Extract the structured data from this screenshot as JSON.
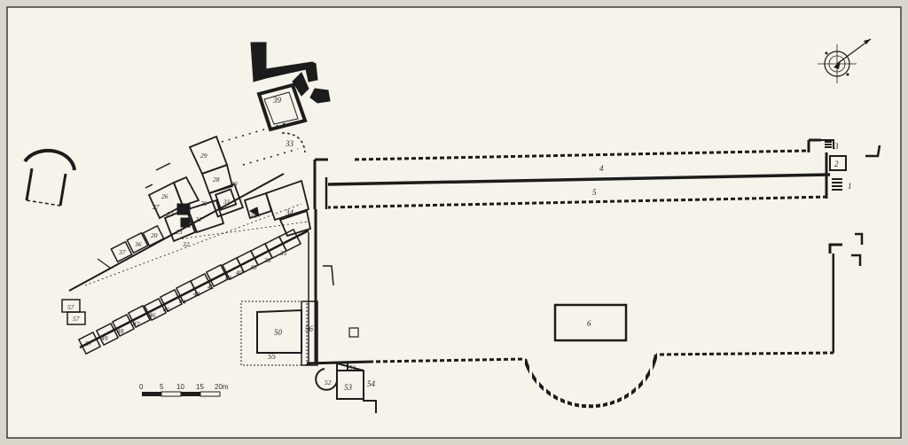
{
  "plan": {
    "labels": {
      "r1": "1",
      "r2": "2",
      "r3": "3",
      "r4": "4",
      "r5": "5",
      "r6": "6",
      "r20": "20",
      "r21": "21",
      "r22": "22",
      "r23": "23",
      "r24": "24",
      "r25": "25",
      "r26": "26",
      "r27": "27",
      "r28": "28",
      "r29": "29",
      "r30": "30",
      "r31": "31",
      "r32": "32",
      "r33": "33",
      "r34": "34",
      "r35": "35",
      "r36": "36",
      "r37": "37",
      "r38": "38",
      "r39": "39",
      "r40": "40",
      "r41": "41",
      "r42": "42",
      "r43": "43",
      "r44": "44",
      "r45": "45",
      "r46": "46",
      "r47": "47",
      "r48": "48",
      "r49": "49",
      "r50": "50",
      "r51": "51",
      "r52": "52",
      "r53": "53",
      "r54": "54",
      "r55": "55",
      "r56": "56",
      "r57a": "57",
      "r57b": "57",
      "r57c": "57"
    },
    "scale": {
      "ticks": [
        "0",
        "5",
        "10",
        "15",
        "20m"
      ]
    },
    "colors": {
      "paper": "#f6f3ea",
      "ink": "#1c1c1c",
      "frame": "#3a3a3a"
    },
    "icons": {
      "north_arrow": "compass-rose-icon"
    }
  }
}
